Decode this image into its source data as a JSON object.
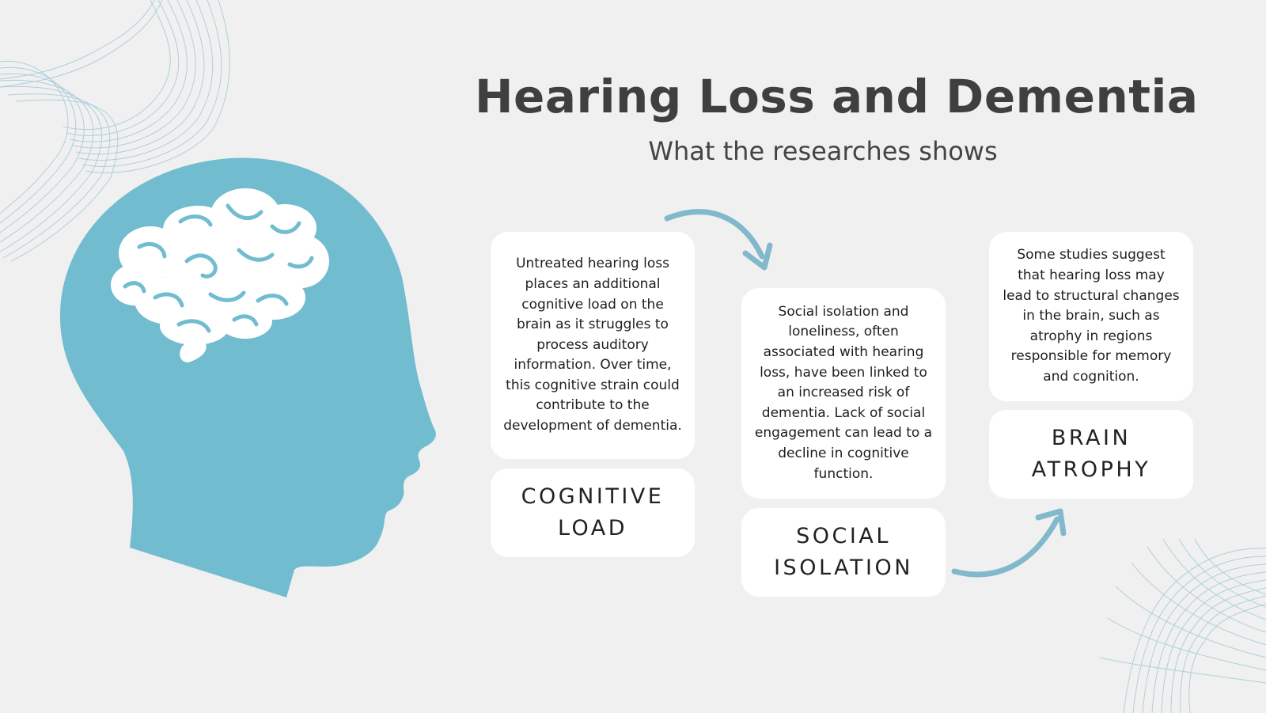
{
  "title": "Hearing Loss and Dementia",
  "subtitle": "What the researches shows",
  "colors": {
    "accent": "#72bcd0",
    "arrow": "#82b8cb",
    "background": "#f0f0f0",
    "card": "#ffffff"
  },
  "icons": {
    "head": "head-profile-icon",
    "brain": "brain-icon"
  },
  "cards": [
    {
      "id": "cognitive-load",
      "description": "Untreated hearing loss places an additional cognitive load on the brain as it struggles to process auditory information. Over time, this cognitive strain could contribute to the development of dementia.",
      "label": "COGNITIVE LOAD"
    },
    {
      "id": "social-isolation",
      "description": "Social isolation and loneliness, often associated with hearing loss, have been linked to an increased risk of dementia. Lack of social engagement can lead to a decline in cognitive function.",
      "label": "SOCIAL ISOLATION"
    },
    {
      "id": "brain-atrophy",
      "description": "Some studies suggest that hearing loss may lead to structural changes in the brain, such as atrophy in regions responsible for memory and cognition.",
      "label": "BRAIN ATROPHY"
    }
  ]
}
